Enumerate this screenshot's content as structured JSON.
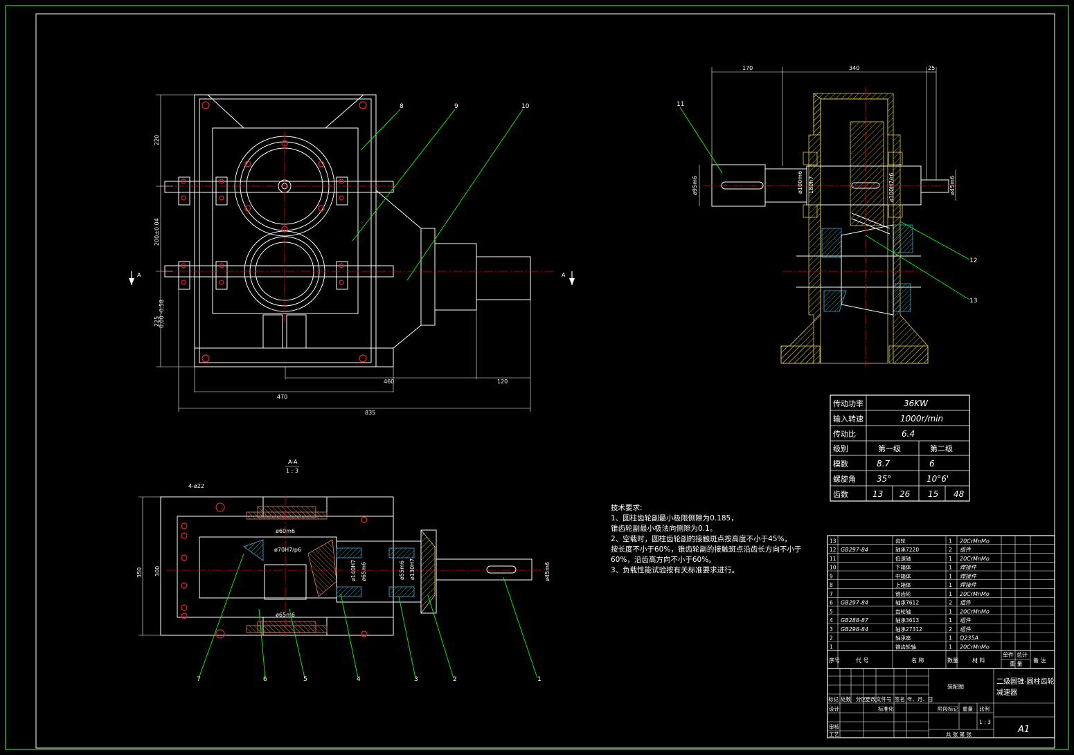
{
  "views": {
    "section_title": "A-A",
    "section_scale": "1 : 3",
    "section_arrow_left": "A",
    "section_arrow_right": "A"
  },
  "dimensions": {
    "top_left_220": "220",
    "top_left_200": "200±0.04",
    "top_left_225": "225",
    "top_left_225_tol": "0.00 -0.58",
    "bottom_460": "460",
    "bottom_120": "120",
    "bottom_470": "470",
    "bottom_835": "835",
    "right_170": "170",
    "right_340": "340",
    "right_25": "25",
    "right_d95": "ø95m6",
    "right_d100": "ø100m6",
    "right_d180": "180h7",
    "right_d100b": "ø100H7/r6",
    "right_d45": "ø45m6",
    "sec_holes": "4-ø22",
    "sec_350": "350",
    "sec_300": "300",
    "sec_d60": "ø60m6",
    "sec_d70": "ø70H7/p6",
    "sec_d140": "ø140H7",
    "sec_d65": "ø65m6",
    "sec_d130": "ø130H7",
    "sec_d55": "ø55m6",
    "sec_d45r": "ø45m6"
  },
  "callouts": [
    "1",
    "2",
    "3",
    "4",
    "5",
    "6",
    "7",
    "8",
    "9",
    "10",
    "11",
    "12",
    "13"
  ],
  "specs": {
    "rows": [
      {
        "label": "传动功率",
        "value": "36KW"
      },
      {
        "label": "输入转速",
        "value": "1000r/min"
      },
      {
        "label": "传动比",
        "value": "6.4"
      }
    ],
    "level_label": "级别",
    "level_1": "第一级",
    "level_2": "第二级",
    "module_label": "模数",
    "module_1": "8.7",
    "module_2": "6",
    "spiral_label": "螺旋角",
    "spiral_1": "35°",
    "spiral_2": "10°6'",
    "teeth_label": "齿数",
    "teeth": [
      "13",
      "26",
      "15",
      "48"
    ]
  },
  "notes": {
    "title": "技术要求:",
    "lines": [
      "1、圆柱齿轮副最小极限侧隙为0.185，",
      "锥齿轮副最小极法向侧隙为0.1。",
      "2、空载时，圆柱齿轮副的接触斑点按高度不小于45%，",
      "按长度不小于60%，锥齿轮副的接触斑点沿齿长方向不小于",
      "60%，沿齿高方向不小于60%。",
      "3、负载性能试验按有关标准要求进行。"
    ]
  },
  "bom": {
    "rows": [
      {
        "no": "13",
        "code": "",
        "name": "齿轮",
        "qty": "1",
        "mat": "20CrMnMo"
      },
      {
        "no": "12",
        "code": "GB297-84",
        "name": "轴承7220",
        "qty": "2",
        "mat": "组件"
      },
      {
        "no": "11",
        "code": "",
        "name": "低速轴",
        "qty": "1",
        "mat": "20CrMnMo"
      },
      {
        "no": "10",
        "code": "",
        "name": "下箱体",
        "qty": "1",
        "mat": "焊接件"
      },
      {
        "no": "9",
        "code": "",
        "name": "中箱体",
        "qty": "1",
        "mat": "焊接件"
      },
      {
        "no": "8",
        "code": "",
        "name": "上箱体",
        "qty": "1",
        "mat": "焊接件"
      },
      {
        "no": "7",
        "code": "",
        "name": "锥齿轮",
        "qty": "1",
        "mat": "20CrMnMo"
      },
      {
        "no": "6",
        "code": "GB297-84",
        "name": "轴承7612",
        "qty": "2",
        "mat": "组件"
      },
      {
        "no": "5",
        "code": "",
        "name": "齿轮轴",
        "qty": "1",
        "mat": "20CrMnMo"
      },
      {
        "no": "4",
        "code": "GB288-87",
        "name": "轴承3613",
        "qty": "1",
        "mat": "组件"
      },
      {
        "no": "3",
        "code": "GB298-84",
        "name": "轴承27312",
        "qty": "2",
        "mat": "组件"
      },
      {
        "no": "2",
        "code": "",
        "name": "轴承座",
        "qty": "1",
        "mat": "Q235A"
      },
      {
        "no": "1",
        "code": "",
        "name": "锥齿轮轴",
        "qty": "1",
        "mat": "20CrMnMo"
      }
    ],
    "head": {
      "no": "序号",
      "code": "代 号",
      "name": "名 称",
      "qty": "数量",
      "mat": "材 料",
      "unit": "单件",
      "total": "总计",
      "weight": "重 量",
      "remark": "备 注"
    },
    "title_block": {
      "drawing_name": "装配图",
      "product_name_1": "二级圆锥-圆柱齿轮",
      "product_name_2": "减速器",
      "row_marks": "标记",
      "row_count": "处数",
      "row_zone": "分区",
      "row_change": "更改文件号",
      "row_sign": "签名",
      "row_date": "年、月、日",
      "design": "设计",
      "standard": "标准化",
      "stage": "阶段标记",
      "weight": "重量",
      "scale": "比例",
      "scale_val": "1 : 3",
      "check": "审核",
      "process": "工艺",
      "sheets": "共 张 第 张",
      "size": "A1"
    }
  }
}
